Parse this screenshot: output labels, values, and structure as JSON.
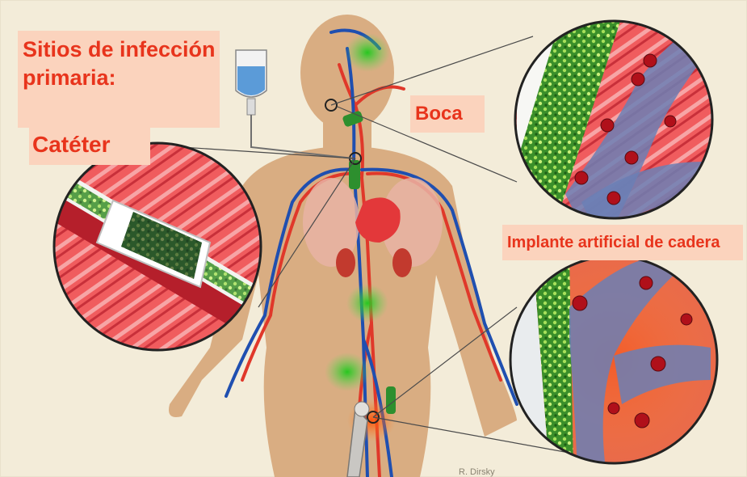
{
  "labels": {
    "title_line1": "Sitios de infección",
    "title_line2": "primaria:",
    "catheter": "Catéter",
    "mouth": "Boca",
    "hip_implant": "Implante artificial de cadera"
  },
  "credit": "R. Dirsky",
  "colors": {
    "background": "#f3ecd9",
    "body_silhouette": "#d9ad82",
    "label_background": "#fbd3bd",
    "label_text": "#e8341c",
    "artery_red": "#e0382a",
    "vein_blue": "#1f4fb0",
    "bacteria_green": "#3f9a2a",
    "infection_glow": "#44c43a"
  }
}
